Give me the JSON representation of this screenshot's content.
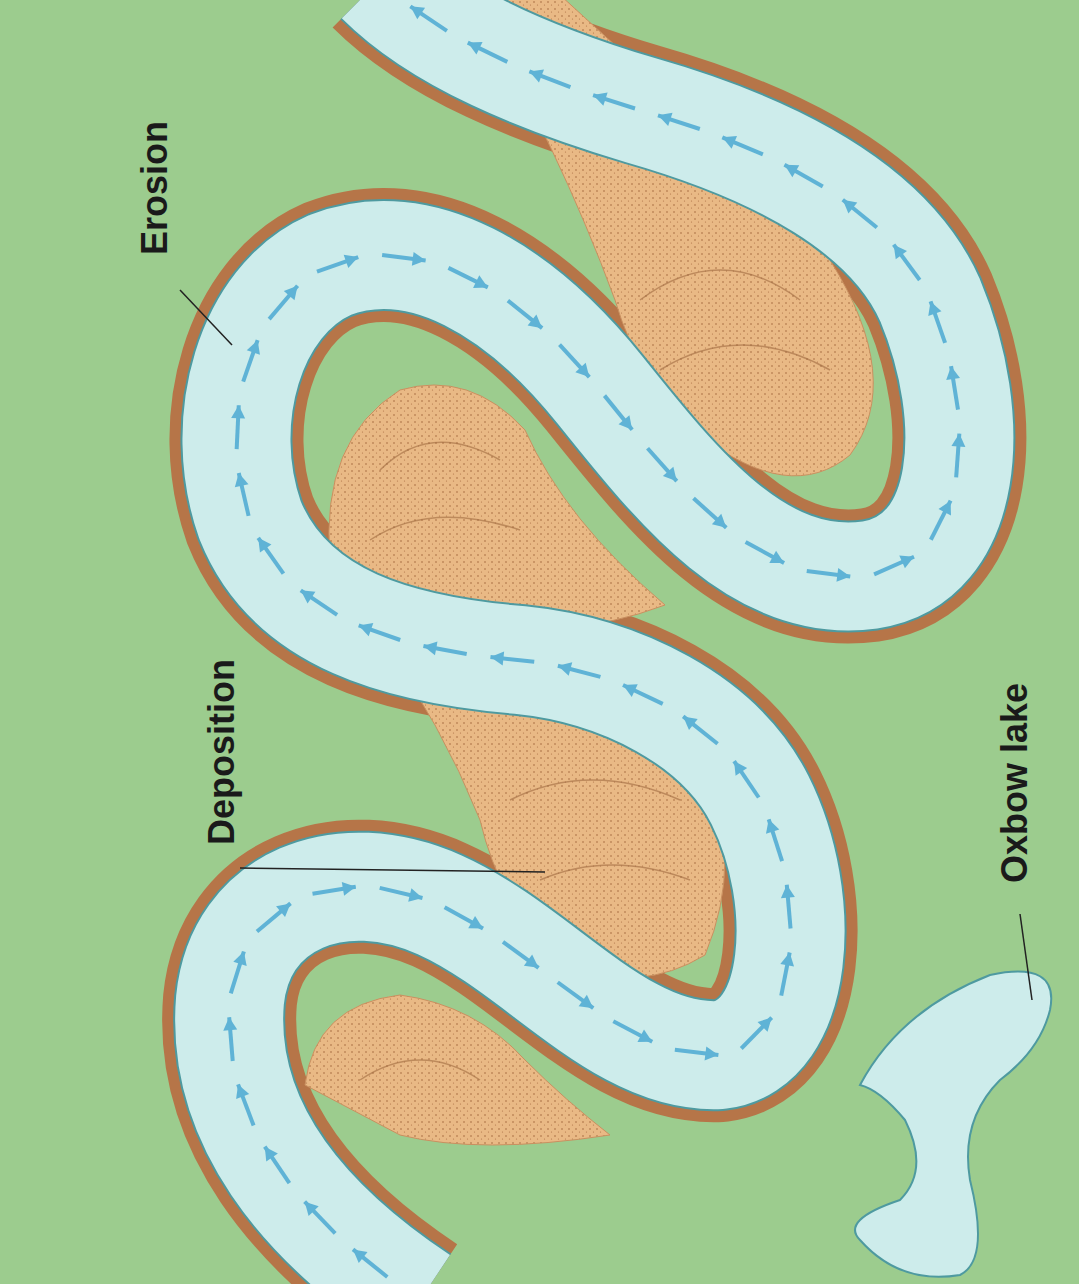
{
  "diagram": {
    "labels": [
      "Erosion",
      "Deposition",
      "Oxbow lake"
    ]
  }
}
